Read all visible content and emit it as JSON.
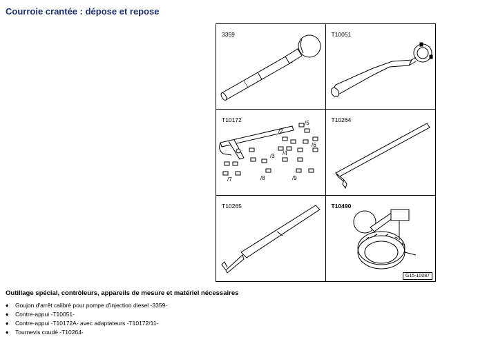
{
  "page": {
    "title": "Courroie crantée : dépose et repose"
  },
  "tools": [
    {
      "code": "3359",
      "icon": "locking-pin-illustration"
    },
    {
      "code": "T10051",
      "icon": "counterhold-wrench-illustration"
    },
    {
      "code": "T10172",
      "icon": "counterhold-with-adapters-illustration",
      "adapter_labels": [
        "/2",
        "/3",
        "/4",
        "/5",
        "/6",
        "/7",
        "/8",
        "/9"
      ]
    },
    {
      "code": "T10264",
      "icon": "bent-hex-key-illustration"
    },
    {
      "code": "T10265",
      "icon": "locking-pin-long-illustration"
    },
    {
      "code": "T10490",
      "icon": "pulley-counterhold-illustration"
    }
  ],
  "figure_ref": "G15-10087",
  "section": {
    "heading": "Outillage spécial, contrôleurs, appareils de mesure et matériel nécessaires",
    "bullet_symbol": "♦",
    "items": [
      "Goujon d'arrêt calibré pour pompe d'injection diesel -3359-",
      "Contre-appui -T10051-",
      "Contre-appui -T10172A- avec adaptateurs -T10172/11-",
      "Tournevis coudé -T10264-"
    ]
  },
  "colors": {
    "title": "#1c2c6c",
    "border": "#000000",
    "background": "#ffffff"
  }
}
